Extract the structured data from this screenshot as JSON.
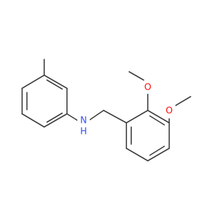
{
  "molecule": {
    "atoms": {
      "amine_n": {
        "symbol": "N",
        "color": "#3050F8"
      },
      "amine_h": {
        "symbol": "H",
        "color": "#3050F8"
      },
      "methoxy_o_2": {
        "symbol": "O",
        "color": "#FF0D0D"
      },
      "methoxy_o_3": {
        "symbol": "O",
        "color": "#FF0D0D"
      }
    },
    "bond_color": "#3a3a3a"
  }
}
